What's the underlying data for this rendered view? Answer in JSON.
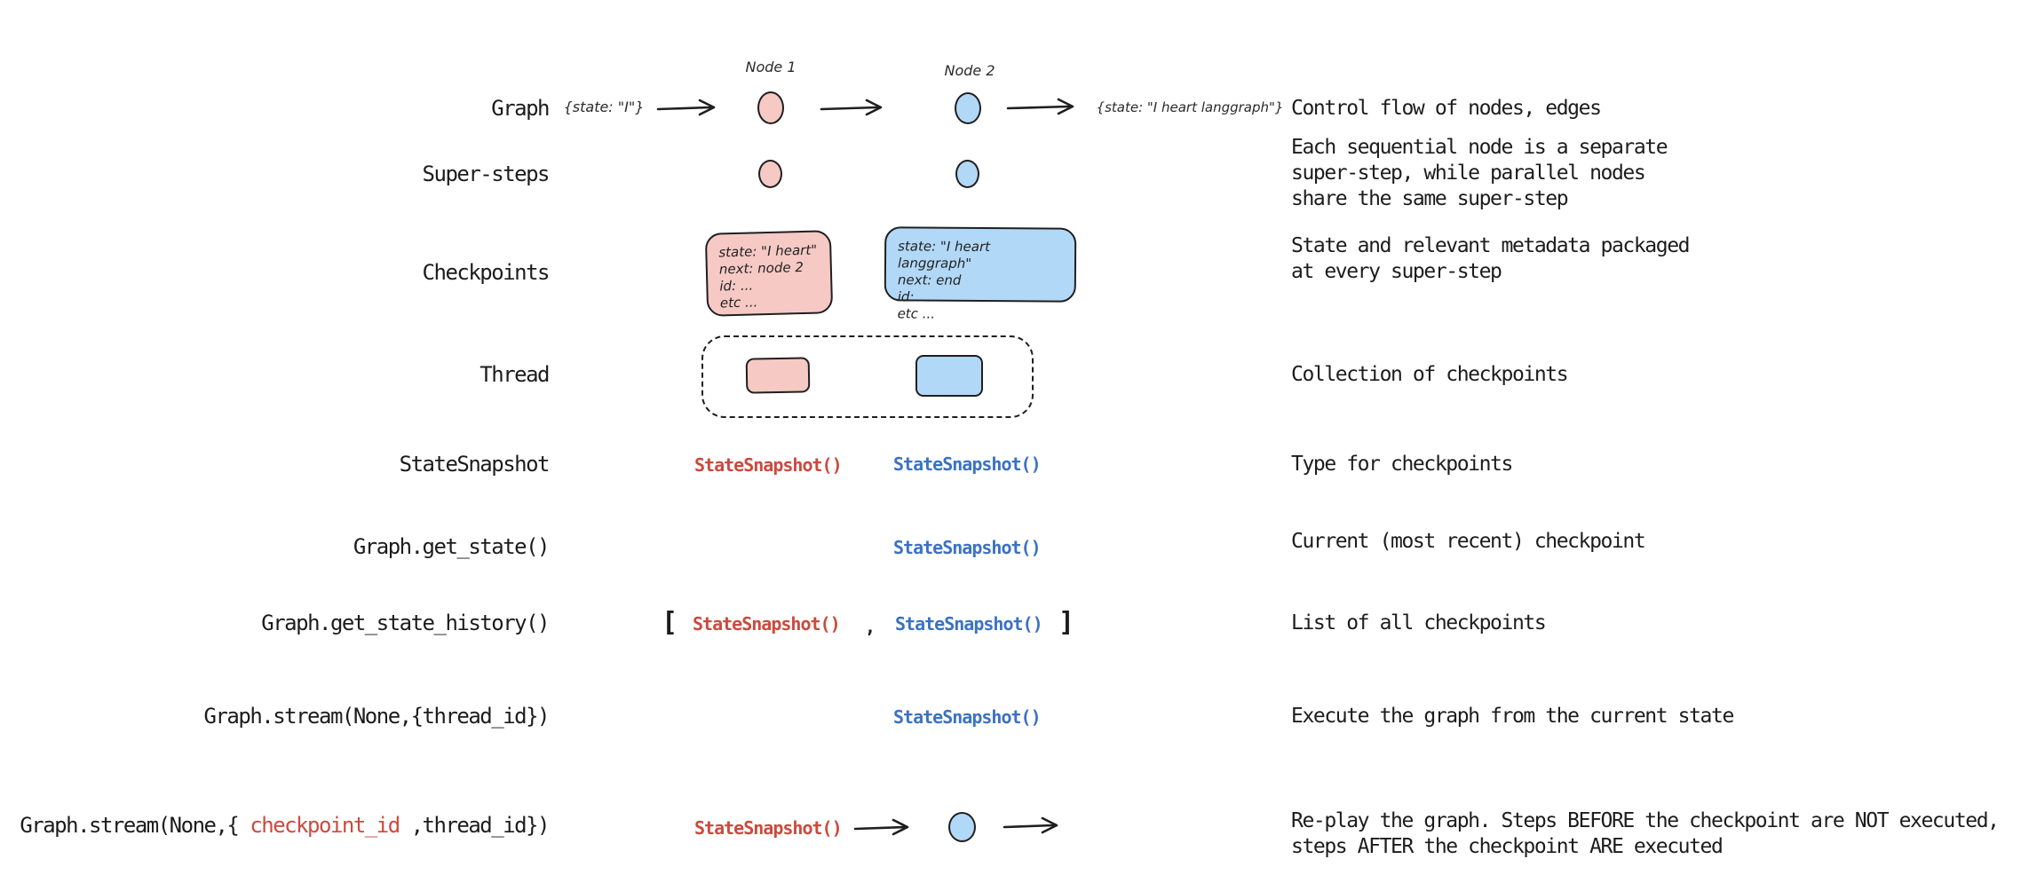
{
  "colors": {
    "ink": "#1c1c1c",
    "pink_fill": "#f6c9c5",
    "blue_fill": "#b2d8f7",
    "red_text": "#cb4a3e",
    "blue_text": "#3b72c3"
  },
  "rows": [
    {
      "label": "Graph",
      "description": "Control flow of nodes, edges",
      "input_state": "{state: \"I\"}",
      "node1_label": "Node 1",
      "node2_label": "Node 2",
      "output_state": "{state: \"I heart langgraph\"}"
    },
    {
      "label": "Super-steps",
      "description": "Each sequential node is a separate\nsuper-step, while parallel nodes\nshare the same super-step"
    },
    {
      "label": "Checkpoints",
      "description": "State and relevant metadata packaged\nat every super-step",
      "checkpoint_pink": "state: \"I heart\"\nnext: node 2\nid: ...\netc ...",
      "checkpoint_blue": "state: \"I heart langgraph\"\nnext: end\nid: ...\netc ..."
    },
    {
      "label": "Thread",
      "description": "Collection of checkpoints"
    },
    {
      "label": "StateSnapshot",
      "description": "Type for checkpoints",
      "snapshot_red": "StateSnapshot()",
      "snapshot_blue": "StateSnapshot()"
    },
    {
      "label": "Graph.get_state()",
      "description": "Current (most recent) checkpoint",
      "snapshot_blue": "StateSnapshot()"
    },
    {
      "label": "Graph.get_state_history()",
      "description": "List of all checkpoints",
      "bracket_open": "[",
      "snapshot_red": "StateSnapshot()",
      "comma": ",",
      "snapshot_blue": "StateSnapshot()",
      "bracket_close": "]"
    },
    {
      "label": "Graph.stream(None,{thread_id})",
      "description": "Execute the graph from the current state",
      "snapshot_blue": "StateSnapshot()"
    },
    {
      "label_prefix": "Graph.stream(None,{ ",
      "label_highlight": "checkpoint_id",
      "label_suffix": " ,thread_id})",
      "description": "Re-play the graph. Steps BEFORE the checkpoint are NOT executed,\nsteps AFTER the checkpoint ARE executed",
      "snapshot_red": "StateSnapshot()"
    }
  ]
}
